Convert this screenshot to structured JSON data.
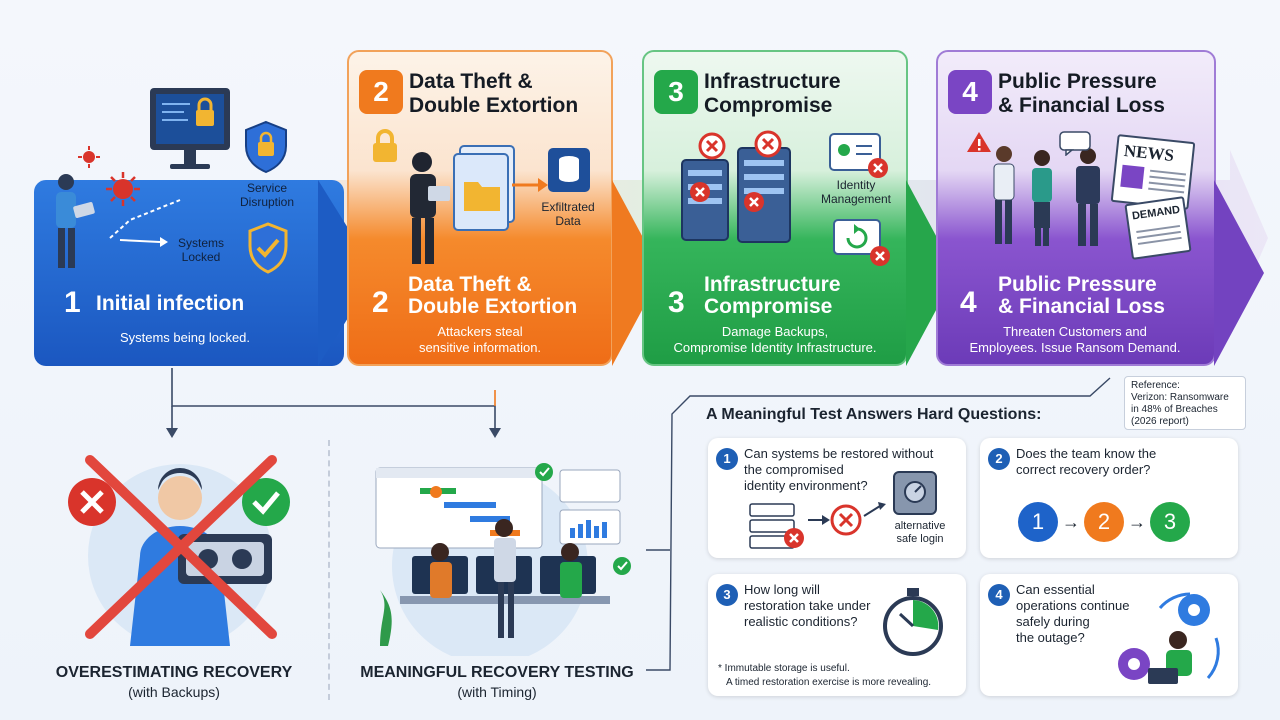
{
  "colors": {
    "blue": "#1e63c9",
    "orange": "#f07a1e",
    "green": "#24a84a",
    "purple": "#7a45c4"
  },
  "stage1": {
    "num": "1",
    "title": "Initial infection",
    "desc": "Systems being locked.",
    "labels": {
      "service": "Service\nDisruption",
      "locked": "Systems\nLocked"
    }
  },
  "stage2": {
    "num": "2",
    "header": "Data Theft &\nDouble Extortion",
    "title": "Data Theft &\nDouble Extortion",
    "desc": "Attackers steal\nsensitive information.",
    "label": "Exfiltrated\nData"
  },
  "stage3": {
    "num": "3",
    "header": "Infrastructure\nCompromise",
    "title": "Infrastructure\nCompromise",
    "desc": "Damage Backups,\nCompromise Identity Infrastructure.",
    "label": "Identity\nManagement"
  },
  "stage4": {
    "num": "4",
    "header": "Public Pressure\n& Financial Loss",
    "title": "Public Pressure\n& Financial Loss",
    "desc": "Threaten Customers and\nEmployees. Issue Ransom Demand.",
    "news": "NEWS",
    "demand": "DEMAND"
  },
  "reference": "Reference:\nVerizon: Ransomware\nin 48% of Breaches\n(2026 report)",
  "bottom_left": {
    "title": "OVERESTIMATING RECOVERY",
    "sub": "(with Backups)"
  },
  "bottom_mid": {
    "title": "MEANINGFUL RECOVERY TESTING",
    "sub": "(with Timing)"
  },
  "questions": {
    "heading": "A Meaningful Test Answers Hard Questions:",
    "q1": {
      "num": "1",
      "text": "Can systems be restored without\nthe compromised\nidentity environment?",
      "label": "alternative\nsafe login"
    },
    "q2": {
      "num": "2",
      "text": "Does the team know the\ncorrect recovery order?",
      "seq": [
        "1",
        "2",
        "3"
      ]
    },
    "q3": {
      "num": "3",
      "text": "How long will\nrestoration take under\nrealistic conditions?",
      "note1": "* Immutable storage is useful.",
      "note2": "A timed restoration exercise is more revealing."
    },
    "q4": {
      "num": "4",
      "text": "Can essential\noperations continue\nsafely during\nthe outage?"
    }
  }
}
